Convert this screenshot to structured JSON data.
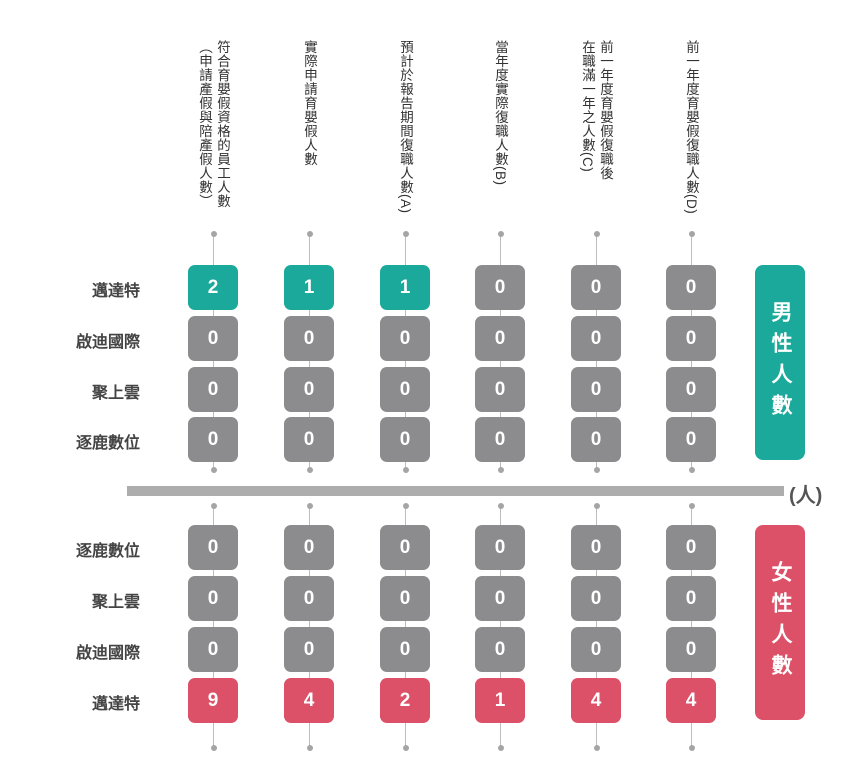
{
  "chart_data": {
    "type": "table",
    "unit": "(人)",
    "columns": [
      {
        "lines": [
          "符合育嬰假資格的員工人數",
          "（申請產假與陪產假人數）"
        ]
      },
      {
        "lines": [
          "實際申請育嬰假人數"
        ]
      },
      {
        "lines": [
          "預計於報告期間復職人數(A)"
        ]
      },
      {
        "lines": [
          "當年度實際復職人數(B)"
        ]
      },
      {
        "lines": [
          "前一年度育嬰假復職後",
          "在職滿一年之人數(C)"
        ]
      },
      {
        "lines": [
          "前一年度育嬰假復職人數(D)"
        ]
      }
    ],
    "male": {
      "label": "男性人數",
      "rows": [
        {
          "company": "邁達特",
          "values": [
            2,
            1,
            1,
            0,
            0,
            0
          ]
        },
        {
          "company": "啟迪國際",
          "values": [
            0,
            0,
            0,
            0,
            0,
            0
          ]
        },
        {
          "company": "聚上雲",
          "values": [
            0,
            0,
            0,
            0,
            0,
            0
          ]
        },
        {
          "company": "逐鹿數位",
          "values": [
            0,
            0,
            0,
            0,
            0,
            0
          ]
        }
      ]
    },
    "female": {
      "label": "女性人數",
      "rows": [
        {
          "company": "逐鹿數位",
          "values": [
            0,
            0,
            0,
            0,
            0,
            0
          ]
        },
        {
          "company": "聚上雲",
          "values": [
            0,
            0,
            0,
            0,
            0,
            0
          ]
        },
        {
          "company": "啟迪國際",
          "values": [
            0,
            0,
            0,
            0,
            0,
            0
          ]
        },
        {
          "company": "邁達特",
          "values": [
            9,
            4,
            2,
            1,
            4,
            4
          ]
        }
      ]
    },
    "colors": {
      "male": "#1aa99a",
      "female": "#dc5168",
      "zero": "#8c8c8e"
    }
  }
}
